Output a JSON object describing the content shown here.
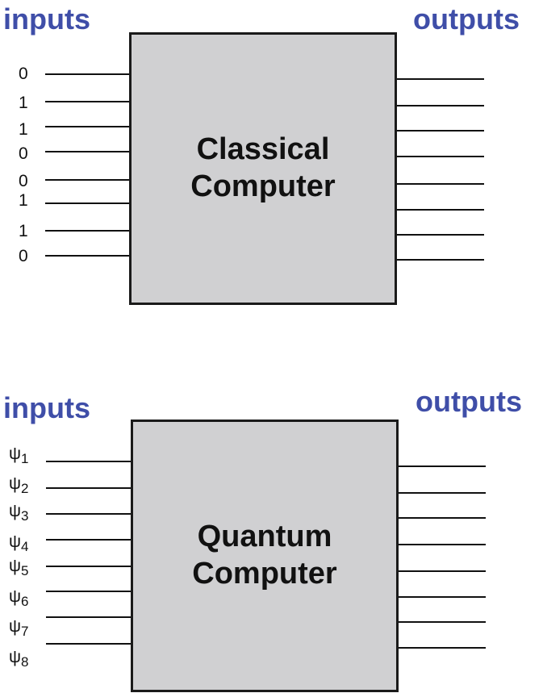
{
  "classical": {
    "inputs_heading": "inputs",
    "outputs_heading": "outputs",
    "box_label": "Classical\nComputer",
    "input_bits": [
      "0",
      "1",
      "1",
      "0",
      "0",
      "1",
      "1",
      "0"
    ]
  },
  "quantum": {
    "inputs_heading": "inputs",
    "outputs_heading": "outputs",
    "box_label": "Quantum\nComputer",
    "input_states": [
      {
        "symbol": "ψ",
        "index": "1"
      },
      {
        "symbol": "ψ",
        "index": "2"
      },
      {
        "symbol": "ψ",
        "index": "3"
      },
      {
        "symbol": "ψ",
        "index": "4"
      },
      {
        "symbol": "ψ",
        "index": "5"
      },
      {
        "symbol": "ψ",
        "index": "6"
      },
      {
        "symbol": "ψ",
        "index": "7"
      },
      {
        "symbol": "ψ",
        "index": "8"
      }
    ]
  },
  "colors": {
    "heading": "#3f4ea8",
    "box_fill": "#d0d0d2",
    "line": "#111111"
  }
}
